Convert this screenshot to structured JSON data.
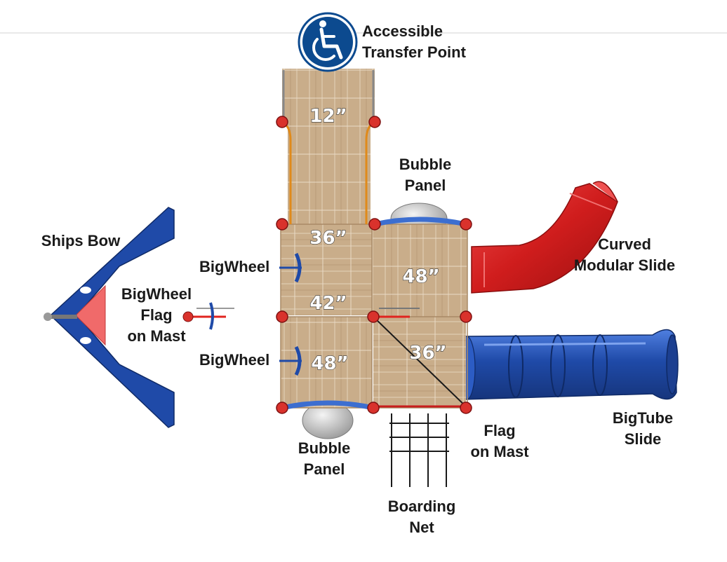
{
  "labels": {
    "accessible_transfer_point": [
      "Accessible",
      "Transfer Point"
    ],
    "bubble_panel_top": [
      "Bubble",
      "Panel"
    ],
    "bubble_panel_bottom": [
      "Bubble",
      "Panel"
    ],
    "curved_modular_slide": [
      "Curved",
      "Modular Slide"
    ],
    "ships_bow": "Ships Bow",
    "bigwheel_top": "BigWheel",
    "bigwheel_bottom": "BigWheel",
    "bigwheel_flag_on_mast": [
      "BigWheel",
      "Flag",
      "on Mast"
    ],
    "bigtube_slide": [
      "BigTube",
      "Slide"
    ],
    "flag_on_mast": [
      "Flag",
      "on Mast"
    ],
    "boarding_net": [
      "Boarding",
      "Net"
    ]
  },
  "deck_heights": {
    "top": "12”",
    "upper_left": "36”",
    "upper_right": "48”",
    "middle_left": "42”",
    "lower_left": "48”",
    "lower_right": "36”"
  },
  "icons": {
    "accessibility": "wheelchair-icon"
  },
  "colors": {
    "deck": "#c9ad8a",
    "post": "#d9322c",
    "blue_parts": "#1f4aa8",
    "red_slide": "#d01d1d",
    "icon_blue": "#0c4a8f"
  }
}
